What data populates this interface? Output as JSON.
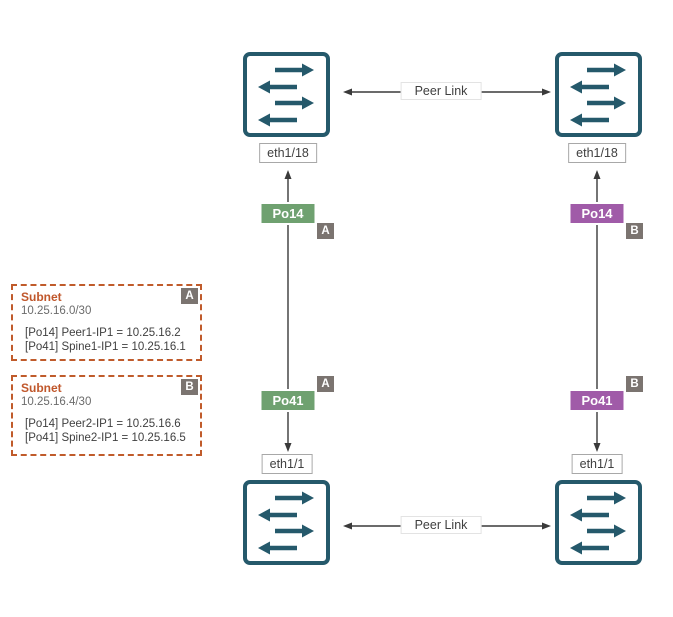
{
  "links": {
    "peer_link_top": "Peer Link",
    "peer_link_bottom": "Peer Link"
  },
  "ports": {
    "top_left": "eth1/18",
    "top_right": "eth1/18",
    "bottom_left": "eth1/1",
    "bottom_right": "eth1/1"
  },
  "port_channels": {
    "po14_left": {
      "label": "Po14",
      "badge": "A",
      "color": "#6fa170"
    },
    "po14_right": {
      "label": "Po14",
      "badge": "B",
      "color": "#a05ba8"
    },
    "po41_left": {
      "label": "Po41",
      "badge": "A",
      "color": "#6fa170"
    },
    "po41_right": {
      "label": "Po41",
      "badge": "B",
      "color": "#a05ba8"
    }
  },
  "subnets": [
    {
      "badge": "A",
      "title": "Subnet",
      "cidr": "10.25.16.0/30",
      "entries": [
        "[Po14] Peer1-IP1 = 10.25.16.2",
        "[Po41] Spine1-IP1 = 10.25.16.1"
      ]
    },
    {
      "badge": "B",
      "title": "Subnet",
      "cidr": "10.25.16.4/30",
      "entries": [
        "[Po14] Peer2-IP1 = 10.25.16.6",
        "[Po41] Spine2-IP1 = 10.25.16.5"
      ]
    }
  ],
  "colors": {
    "switch_teal": "#25596b",
    "green": "#6fa170",
    "purple": "#a05ba8",
    "badge_gray": "#7b7470",
    "subnet_border_orange": "#c05b2b",
    "subnet_title_orange": "#c0572b",
    "connector_line": "#3a3a3a"
  }
}
